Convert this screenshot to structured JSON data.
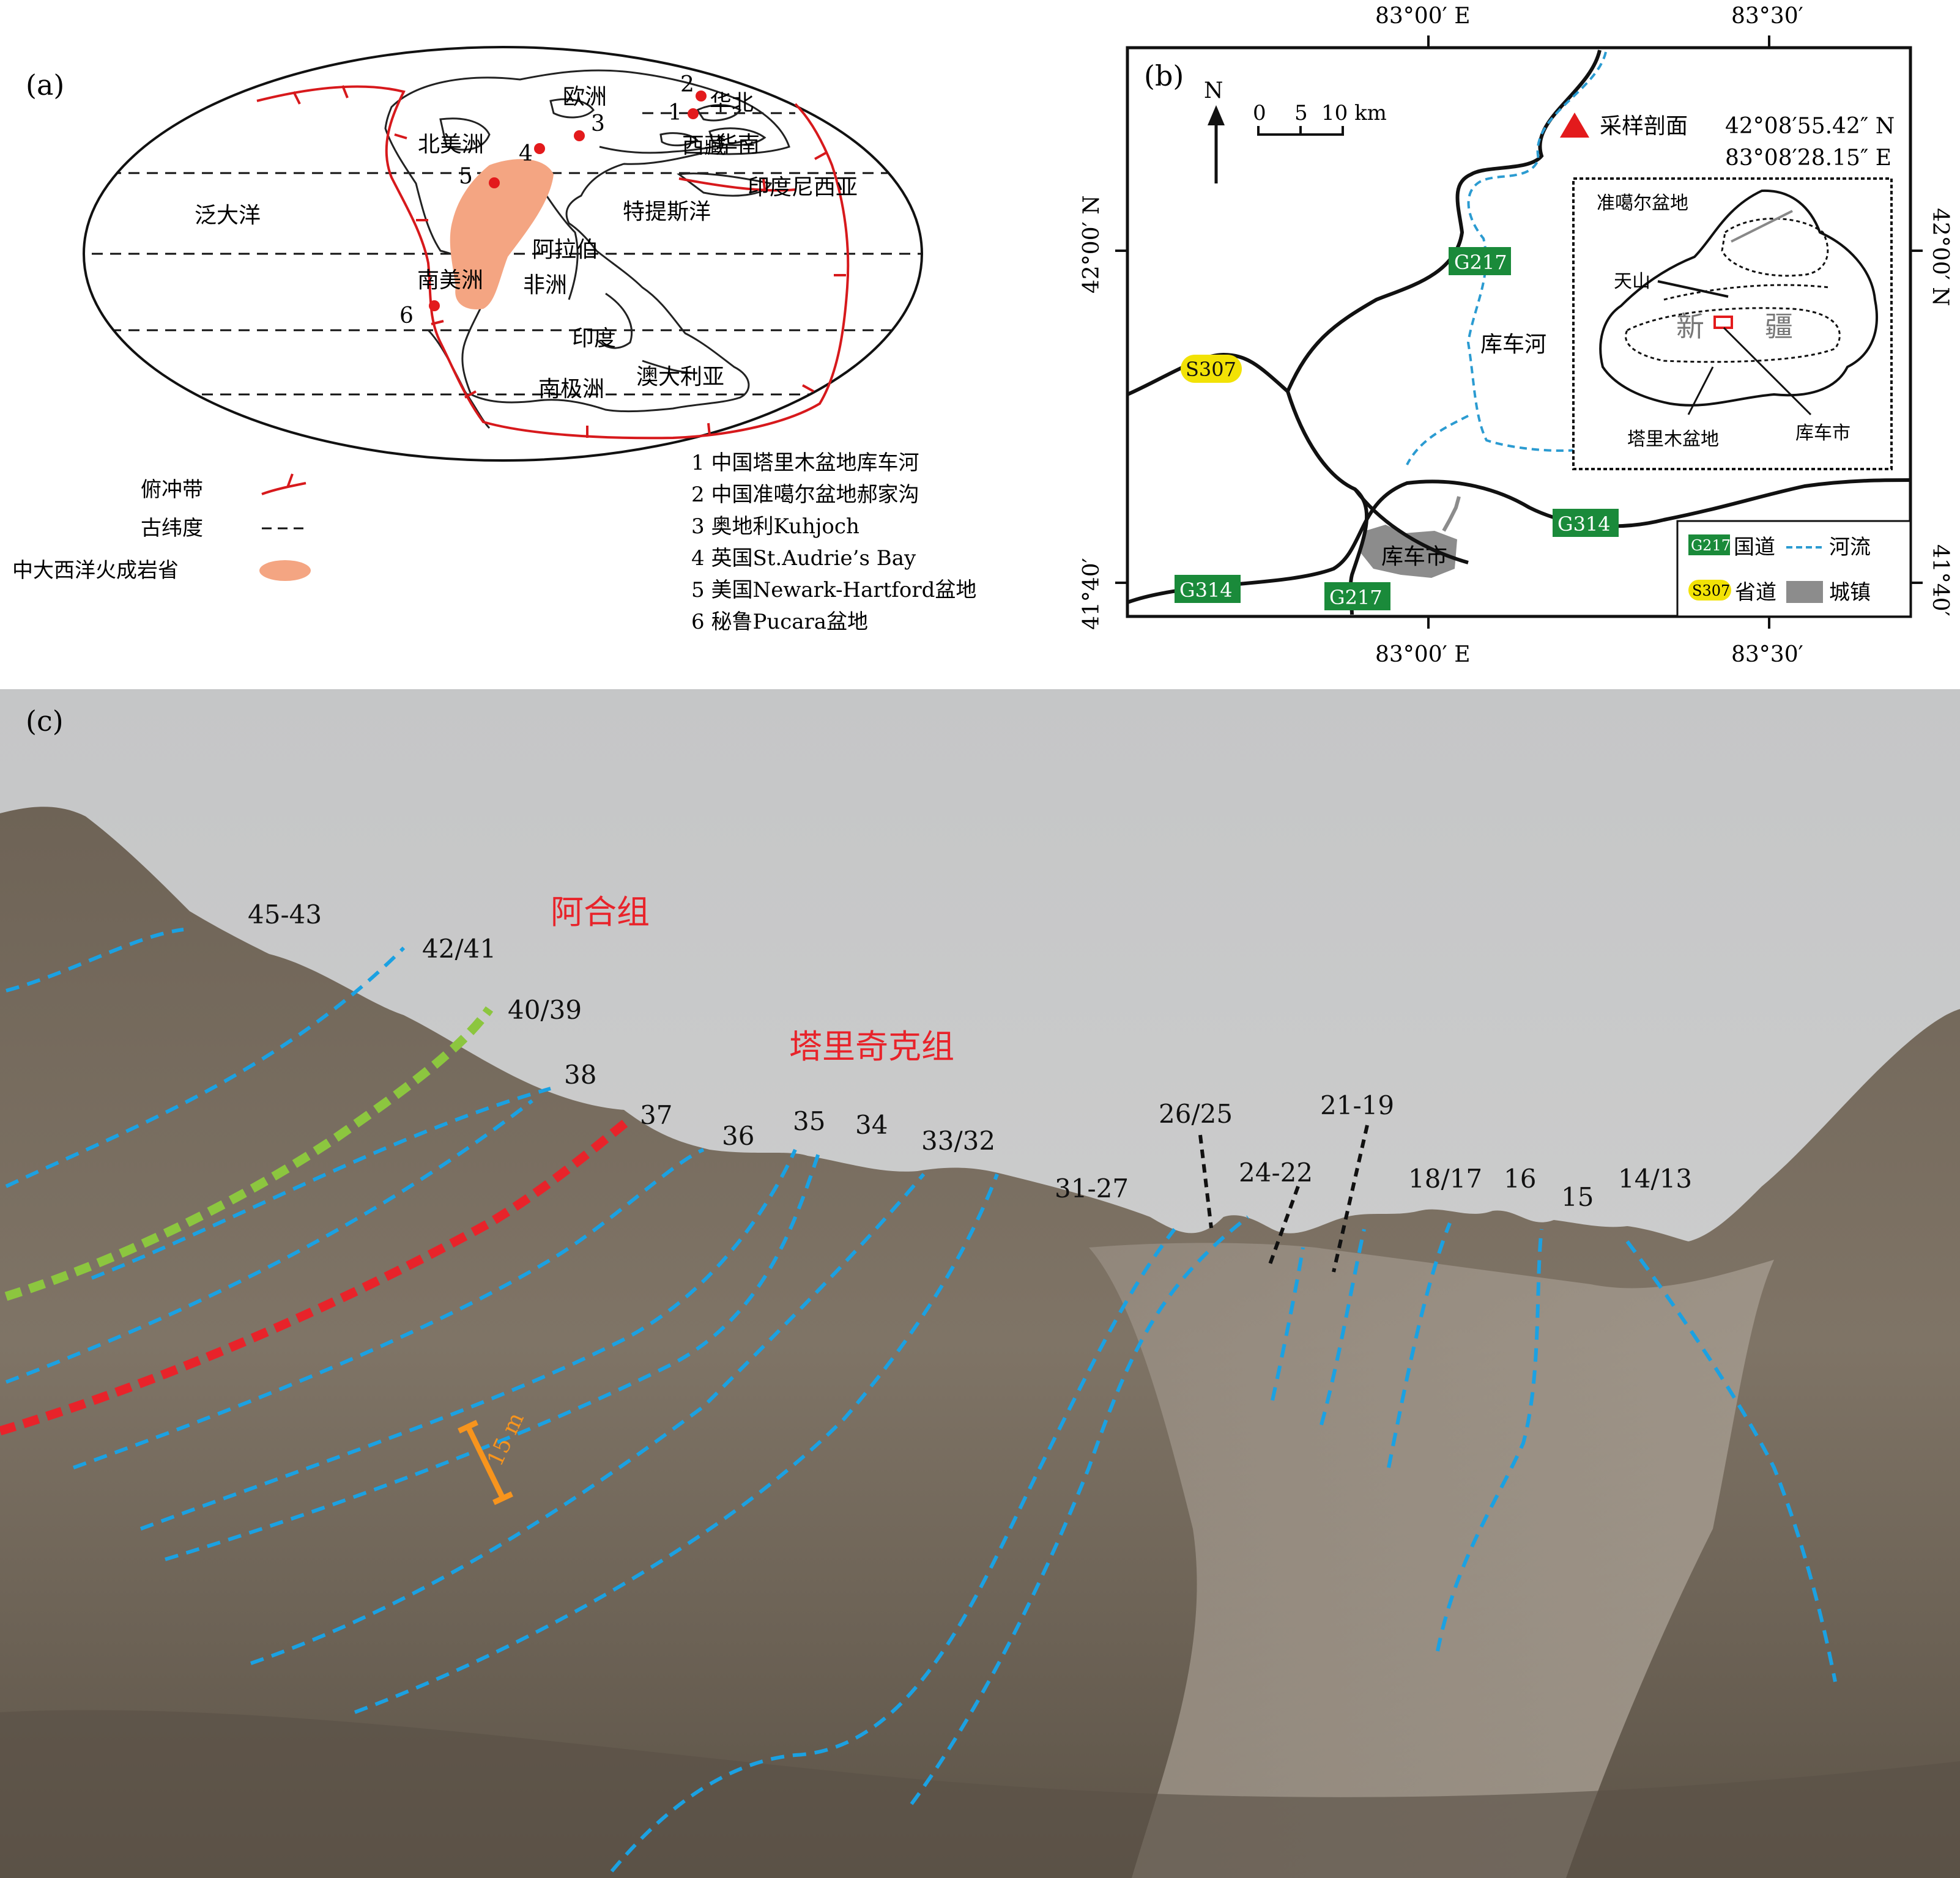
{
  "panel_a": {
    "label": "(a)",
    "regions": {
      "panthalassa": "泛大洋",
      "north_america": "北美洲",
      "europe": "欧洲",
      "north_china": "华北",
      "south_china": "华南",
      "tibet": "西藏",
      "indonesia": "印度尼西亚",
      "tethys": "特提斯洋",
      "arabia": "阿拉伯",
      "africa": "非洲",
      "south_america": "南美洲",
      "india": "印度",
      "antarctica": "南极洲",
      "australia": "澳大利亚"
    },
    "site_numbers": [
      "1",
      "2",
      "3",
      "4",
      "5",
      "6"
    ],
    "legend": {
      "thrust": "俯冲带",
      "paleolatitude": "古纬度",
      "camp": "中大西洋火成岩省"
    },
    "sites": [
      "1 中国塔里木盆地库车河",
      "2 中国准噶尔盆地郝家沟",
      "3 奥地利Kuhjoch",
      "4 英国St.Audrie’s Bay",
      "5 美国Newark-Hartford盆地",
      "6 秘鲁Pucara盆地"
    ],
    "colors": {
      "thrust": "#d7191c",
      "site": "#e31a1c",
      "camp": "#f4a582"
    }
  },
  "panel_b": {
    "label": "(b)",
    "north": "N",
    "scale_ticks": [
      "0",
      "5",
      "10 km"
    ],
    "top_lon": [
      "83°00′ E",
      "83°30′"
    ],
    "bottom_lon": [
      "83°00′ E",
      "83°30′"
    ],
    "left_lat": [
      "42°00′ N",
      "41°40′"
    ],
    "right_lat": [
      "42°00′ N",
      "41°40′"
    ],
    "sampling_label": "采样剖面",
    "sampling_lat": "42°08′55.42″ N",
    "sampling_lon": "83°08′28.15″ E",
    "river_name": "库车河",
    "town_name": "库车市",
    "roads": {
      "g217": "G217",
      "s307": "S307",
      "g314": "G314"
    },
    "inset": {
      "junggar": "准噶尔盆地",
      "tianshan": "天山",
      "xin": "新",
      "jiang": "疆",
      "tarim": "塔里木盆地",
      "kuche": "库车市"
    },
    "legend": {
      "national_road": "国道",
      "river": "河流",
      "provincial_road": "省道",
      "town": "城镇"
    },
    "colors": {
      "national": "#1a8a3a",
      "provincial": "#f2e205",
      "river": "#2b9bd1",
      "town": "#8c8c8c",
      "sample": "#e31a1c"
    }
  },
  "panel_c": {
    "label": "(c)",
    "formation_upper": "阿合组",
    "formation_lower": "塔里奇克组",
    "beds": [
      "45-43",
      "42/41",
      "40/39",
      "38",
      "37",
      "36",
      "35",
      "34",
      "33/32",
      "31-27",
      "26/25",
      "24-22",
      "21-19",
      "18/17",
      "16",
      "15",
      "14/13"
    ],
    "scale": "15 m",
    "colors": {
      "boundary": "#1ba1e2",
      "green": "#8cc63f",
      "red": "#e8232a",
      "scale": "#f7941d",
      "formation": "#e8232a"
    }
  }
}
